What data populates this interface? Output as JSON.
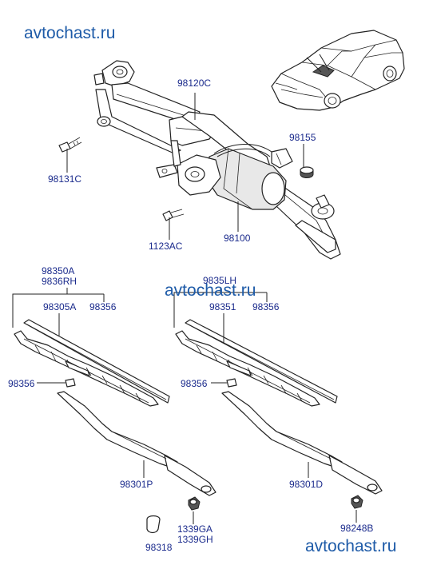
{
  "watermarks": {
    "top": "avtochast.ru",
    "middle": "avtochast.ru",
    "bottom": "avtochast.ru"
  },
  "labels": {
    "p98120C": "98120C",
    "p98131C": "98131C",
    "p98155": "98155",
    "p1123AC": "1123AC",
    "p98100": "98100",
    "p98350A": "98350A",
    "p9836RH": "9836RH",
    "p98305A": "98305A",
    "p98356_lt": "98356",
    "p98356_lm": "98356",
    "p98301P": "98301P",
    "p98318": "98318",
    "p1339GA": "1339GA",
    "p1339GH": "1339GH",
    "p9835LH": "9835LH",
    "p98351": "98351",
    "p98356_rt": "98356",
    "p98356_rm": "98356",
    "p98301D": "98301D",
    "p98248B": "98248B"
  }
}
